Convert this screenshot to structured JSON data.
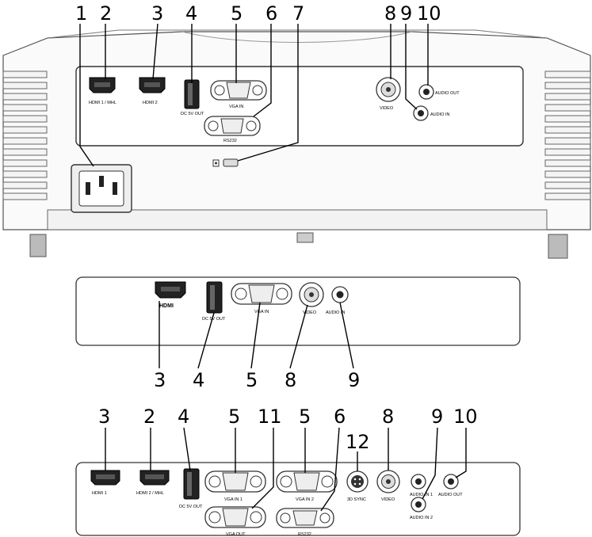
{
  "top_panel": {
    "numbers": [
      "1",
      "2",
      "3",
      "4",
      "5",
      "6",
      "7",
      "8",
      "9",
      "10"
    ],
    "labels": {
      "hdmi1": "HDMI 1 / MHL",
      "hdmi2": "HDMI 2",
      "dc5v": "DC 5V OUT",
      "vga_in": "VGA IN",
      "rs232": "RS232",
      "video": "VIDEO",
      "audio_out": "AUDIO OUT",
      "audio_in": "AUDIO IN"
    }
  },
  "middle_panel": {
    "numbers": [
      "3",
      "4",
      "5",
      "8",
      "9"
    ],
    "labels": {
      "hdmi": "HDMI",
      "dc5v": "DC 5V OUT",
      "vga_in": "VGA IN",
      "video": "VIDEO",
      "audio_in": "AUDIO IN"
    }
  },
  "bottom_panel": {
    "numbers_top": [
      "3",
      "2",
      "4",
      "5",
      "11",
      "5",
      "6",
      "12",
      "8",
      "9",
      "10"
    ],
    "labels": {
      "hdmi1": "HDMI 1",
      "hdmi2": "HDMI 2 / MHL",
      "dc5v": "DC 5V OUT",
      "vga_in1": "VGA IN 1",
      "vga_out": "VGA OUT",
      "vga_in2": "VGA IN 2",
      "rs232": "RS232",
      "sync3d": "3D SYNC",
      "video": "VIDEO",
      "audio_in1": "AUDIO IN 1",
      "audio_in2": "AUDIO IN 2",
      "audio_out": "AUDIO OUT"
    }
  }
}
